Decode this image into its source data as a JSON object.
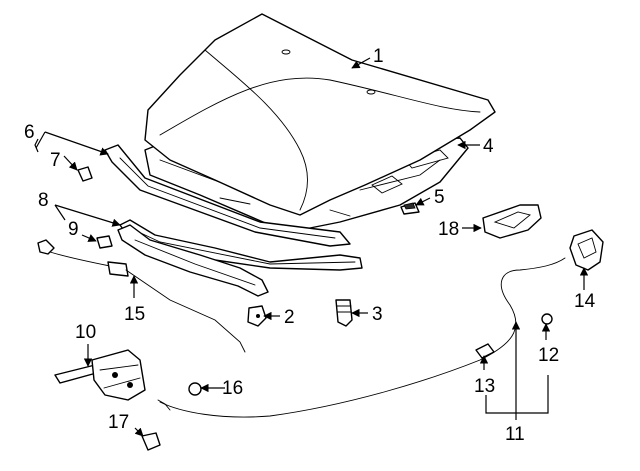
{
  "callouts": {
    "c1": "1",
    "c2": "2",
    "c3": "3",
    "c4": "4",
    "c5": "5",
    "c6": "6",
    "c7": "7",
    "c8": "8",
    "c9": "9",
    "c10": "10",
    "c11": "11",
    "c12": "12",
    "c13": "13",
    "c14": "14",
    "c15": "15",
    "c16": "16",
    "c17": "17",
    "c18": "18"
  },
  "colors": {
    "line": "#000000",
    "background": "#ffffff",
    "fill": "#ffffff"
  }
}
